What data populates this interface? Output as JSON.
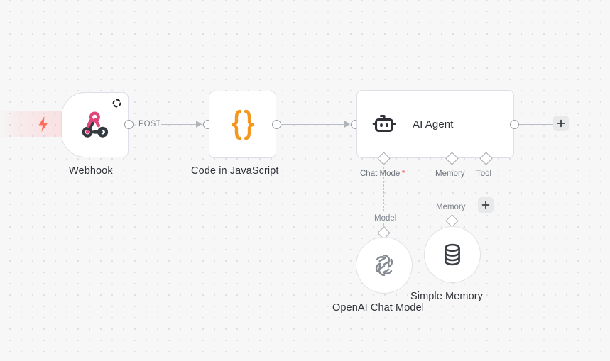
{
  "canvas": {
    "background_color": "#f7f7f8",
    "grid_dot_color": "#dcdcdf"
  },
  "nodes": [
    {
      "id": "webhook",
      "type": "trigger",
      "caption": "Webhook",
      "icon": "webhook-icon",
      "icon_colors": {
        "dark": "#333940",
        "accent": "#e0457b"
      },
      "badge": "loading-spinner-icon",
      "output_label": "POST"
    },
    {
      "id": "code",
      "type": "action",
      "caption": "Code in JavaScript",
      "icon": "curly-braces-icon",
      "icon_colors": {
        "accent": "#f5971e"
      }
    },
    {
      "id": "ai-agent",
      "type": "agent",
      "caption": "",
      "title_inline": "AI Agent",
      "icon": "robot-icon",
      "icon_colors": {
        "dark": "#2f3338"
      },
      "sub_connectors": [
        {
          "id": "chat-model",
          "label": "Chat Model",
          "required": true,
          "required_marker": "*",
          "line_style": "dashed"
        },
        {
          "id": "memory",
          "label": "Memory",
          "required": false,
          "required_marker": "",
          "line_style": "dashed"
        },
        {
          "id": "tool",
          "label": "Tool",
          "required": false,
          "required_marker": "",
          "line_style": "solid"
        }
      ]
    },
    {
      "id": "openai-chat-model",
      "type": "sub-node",
      "caption": "OpenAI Chat Model",
      "icon": "openai-logo-icon",
      "icon_colors": {
        "dark": "#868a92"
      },
      "incoming_label": "Model"
    },
    {
      "id": "simple-memory",
      "type": "sub-node",
      "caption": "Simple Memory",
      "icon": "database-icon",
      "icon_colors": {
        "dark": "#3a3f45"
      },
      "incoming_label": "Memory"
    }
  ],
  "buttons": {
    "add_after_agent": {
      "label": "+",
      "name": "add-node-button"
    },
    "add_tool": {
      "label": "+",
      "name": "add-tool-button"
    }
  },
  "trigger_indicator": {
    "icon": "lightning-bolt-icon",
    "color": "#ff6d5a"
  }
}
